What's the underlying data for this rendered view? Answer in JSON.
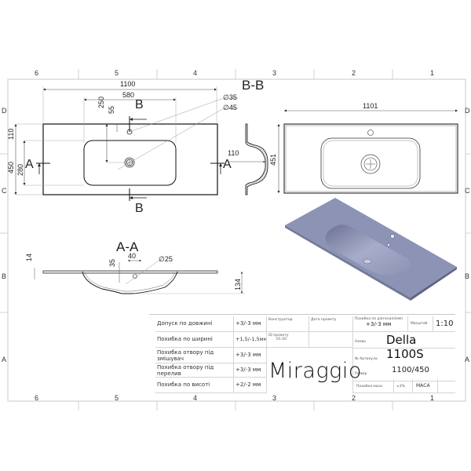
{
  "frame": {
    "columns": [
      "6",
      "5",
      "4",
      "3",
      "2",
      "1"
    ],
    "rows": [
      "D",
      "C",
      "B",
      "A"
    ]
  },
  "top_view": {
    "overall_length": "1100",
    "bowl_length": "580",
    "depth_total": "450",
    "bowl_depth": "280",
    "front_to_bowl": "110",
    "center_drain_offset": "250",
    "tap_offset": "55",
    "tap_hole_diameter": "∅35",
    "drain_diameter": "∅45",
    "section_a_label": "A",
    "section_b_label": "B"
  },
  "section_bb": {
    "title": "B-B",
    "bowl_depth": "110"
  },
  "plan_view": {
    "length": "1101",
    "depth": "451"
  },
  "section_aa": {
    "title": "A-A",
    "slab_thickness": "14",
    "overflow_height": "35",
    "overflow_width": "40",
    "overflow_diameter": "∅25",
    "total_height": "134"
  },
  "title_block": {
    "tolerances": [
      {
        "label": "Допуск по довжині",
        "value": "+3/-3 мм"
      },
      {
        "label": "Похибка по ширині",
        "value": "+1,5/-1,5мм"
      },
      {
        "label": "Похибка отвору під змішувач",
        "value": "+3/-3 мм"
      },
      {
        "label": "Похибка отвору під перелив",
        "value": "+3/-3 мм"
      },
      {
        "label": "Похибка по висоті",
        "value": "+2/-2 мм"
      }
    ],
    "designer_label": "Конструктор",
    "date_label": "Дата проекту",
    "project_id_label": "ID проекту",
    "project_id_value": "01.50",
    "brand": "Miraggio",
    "diagonal_tolerance_label": "Похибка по діагоналі(мм)",
    "diagonal_tolerance_value": "+3/-3 мм",
    "scale_label": "Масштаб",
    "scale_value": "1:10",
    "name_label": "Назва",
    "name_value": "Della 1100S",
    "article_label": "№ Артикула",
    "article_value": "",
    "size_label": "Розмір",
    "size_value": "1100/450",
    "mass_tolerance_label": "Похибка маси",
    "mass_tolerance_value": "±3%",
    "mass_label": "МАСА",
    "mass_value": ""
  },
  "colors": {
    "render_fill": "#8d93b5",
    "render_shadow": "#6f7596",
    "line": "#111111",
    "dim_line": "#555555",
    "frame": "#c8c8c8"
  }
}
